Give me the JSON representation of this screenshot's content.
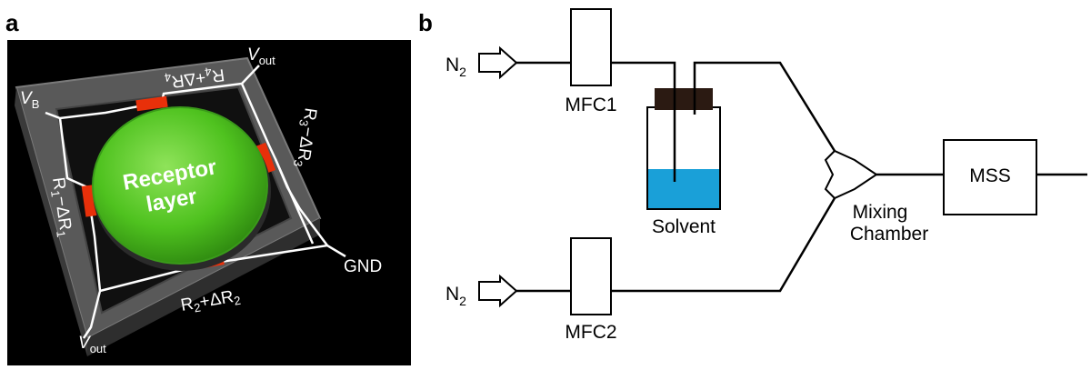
{
  "panel_a": {
    "letter": "a",
    "receptor": {
      "line1": "Receptor",
      "line2": "layer"
    },
    "labels": {
      "vout_top": {
        "main": "V",
        "sub": "out"
      },
      "vb": {
        "main": "V",
        "sub": "B"
      },
      "vout_bottom": {
        "main": "V",
        "sub": "out"
      },
      "gnd": "GND",
      "r4": {
        "a": "R",
        "a_sub": "4",
        "b": "+ΔR",
        "b_sub": "4"
      },
      "r3": {
        "a": "R",
        "a_sub": "3",
        "b": "−ΔR",
        "b_sub": "3"
      },
      "r1": {
        "a": "R",
        "a_sub": "1",
        "b": "−ΔR",
        "b_sub": "1"
      },
      "r2": {
        "a": "R",
        "a_sub": "2",
        "b": "+ΔR",
        "b_sub": "2"
      }
    },
    "colors": {
      "background": "#000000",
      "frame": "#5a5a5a",
      "membrane": "#4fc21f",
      "resistor": "#e8300a",
      "wire": "#ffffff"
    }
  },
  "panel_b": {
    "letter": "b",
    "n2_top": {
      "main": "N",
      "sub": "2"
    },
    "n2_bottom": {
      "main": "N",
      "sub": "2"
    },
    "mfc1": "MFC1",
    "mfc2": "MFC2",
    "solvent": "Solvent",
    "mixing": {
      "line1": "Mixing",
      "line2": "Chamber"
    },
    "mss": "MSS",
    "colors": {
      "solvent": "#1aa0d8",
      "cap": "#2b1a12"
    }
  }
}
